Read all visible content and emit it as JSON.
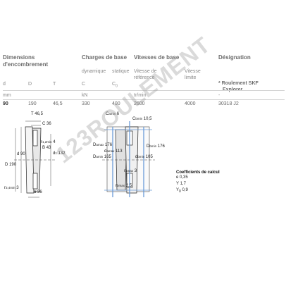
{
  "header": {
    "dimensions_line1": "Dimensions",
    "dimensions_line2": "d'encombrement",
    "charges": "Charges de base",
    "vitesses": "Vitesses de base",
    "designation": "Désignation"
  },
  "subheader": {
    "d": "d",
    "D": "D",
    "T": "T",
    "dynamique": "dynamique",
    "statique": "statique",
    "C": "C",
    "C0": "C",
    "vitesse_ref_1": "Vitesse de",
    "vitesse_ref_2": "référence",
    "vitesse_lim_1": "Vitesse",
    "vitesse_lim_2": "limite",
    "roulement_1": "* Roulement SKF",
    "roulement_2": "Explorer"
  },
  "units": {
    "mm": "mm",
    "kN": "kN",
    "trmin": "tr/min",
    "dash": "-"
  },
  "row": {
    "d": "90",
    "D": "190",
    "T": "46,5",
    "C": "330",
    "C0": "400",
    "ref_speed": "2600",
    "lim_speed": "4000",
    "designation": "30318 J2"
  },
  "drawing": {
    "left": {
      "T": "T",
      "T_val": "46,5",
      "C": "C",
      "C_val": "36",
      "r12": "r",
      "r12_sub": "1,2min",
      "r12_val": "4",
      "B": "B",
      "B_val": "43",
      "d1": "d",
      "d1_sub": "1",
      "d1_val": "132",
      "d": "d",
      "d_val": "90",
      "D": "D",
      "D_val": "190",
      "r34": "r",
      "r34_sub": "3,4min",
      "r34_val": "3",
      "a": "a",
      "a_val": "36"
    },
    "right": {
      "Camin": "C",
      "Camin_sub": "amin",
      "Camin_val": "6",
      "Cbmin": "C",
      "Cbmin_sub": "bmin",
      "Cbmin_val": "10,5",
      "Damax": "D",
      "Damax_sub": "amax",
      "Damax_val": "176",
      "damax": "d",
      "damax_sub": "amax",
      "damax_val": "113",
      "Damin": "D",
      "Damin_sub": "amin",
      "Damin_val": "165",
      "Dbmin": "D",
      "Dbmin_sub": "bmin",
      "Dbmin_val": "176",
      "dbmin": "d",
      "dbmin_sub": "bmin",
      "dbmin_val": "105",
      "ramax": "r",
      "ramax_sub": "amax",
      "ramax_val": "3",
      "rbmax": "r",
      "rbmax_sub": "bmax",
      "rbmax_val": "2,5"
    }
  },
  "coefficients": {
    "title": "Coefficients de calcul",
    "e_label": "e",
    "e_val": "0,35",
    "Y_label": "Y",
    "Y_val": "1,7",
    "Y0_label": "Y",
    "Y0_sub": "0",
    "Y0_val": "0,9"
  },
  "watermark": "123ROULEMENT"
}
